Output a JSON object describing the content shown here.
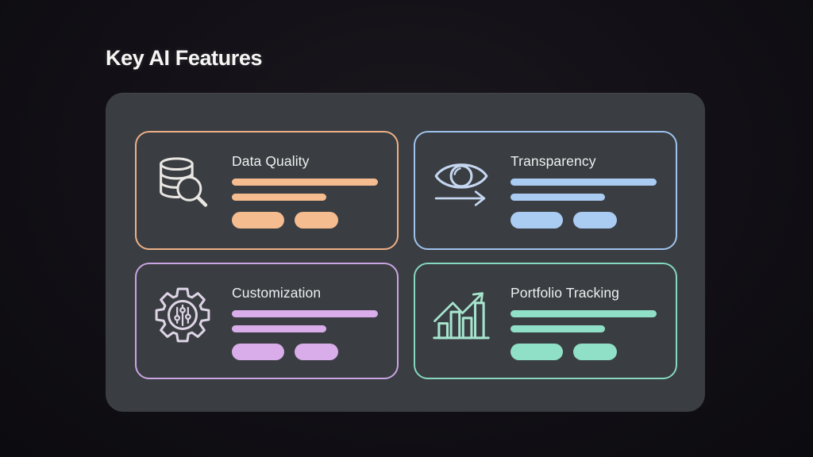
{
  "slide": {
    "title": "Key AI Features"
  },
  "colors": {
    "background": "#121016",
    "panel": "#3a3d41",
    "title_text": "#f6f6f4",
    "card_title_text": "#eef0f0"
  },
  "cards": [
    {
      "title": "Data Quality",
      "accent_color": "#eeb087",
      "fill_color": "#f5bc90",
      "icon_color": "#e9e7e3",
      "icon": "database-search-icon"
    },
    {
      "title": "Transparency",
      "accent_color": "#9fc3ed",
      "fill_color": "#aacbf2",
      "icon_color": "#c5d7f0",
      "icon": "eye-arrow-icon"
    },
    {
      "title": "Customization",
      "accent_color": "#c9a6e3",
      "fill_color": "#d8adea",
      "icon_color": "#ddd4e6",
      "icon": "gear-sliders-icon"
    },
    {
      "title": "Portfolio Tracking",
      "accent_color": "#86d8bf",
      "fill_color": "#90dfc7",
      "icon_color": "#a6e4ce",
      "icon": "bar-chart-trend-icon"
    }
  ]
}
